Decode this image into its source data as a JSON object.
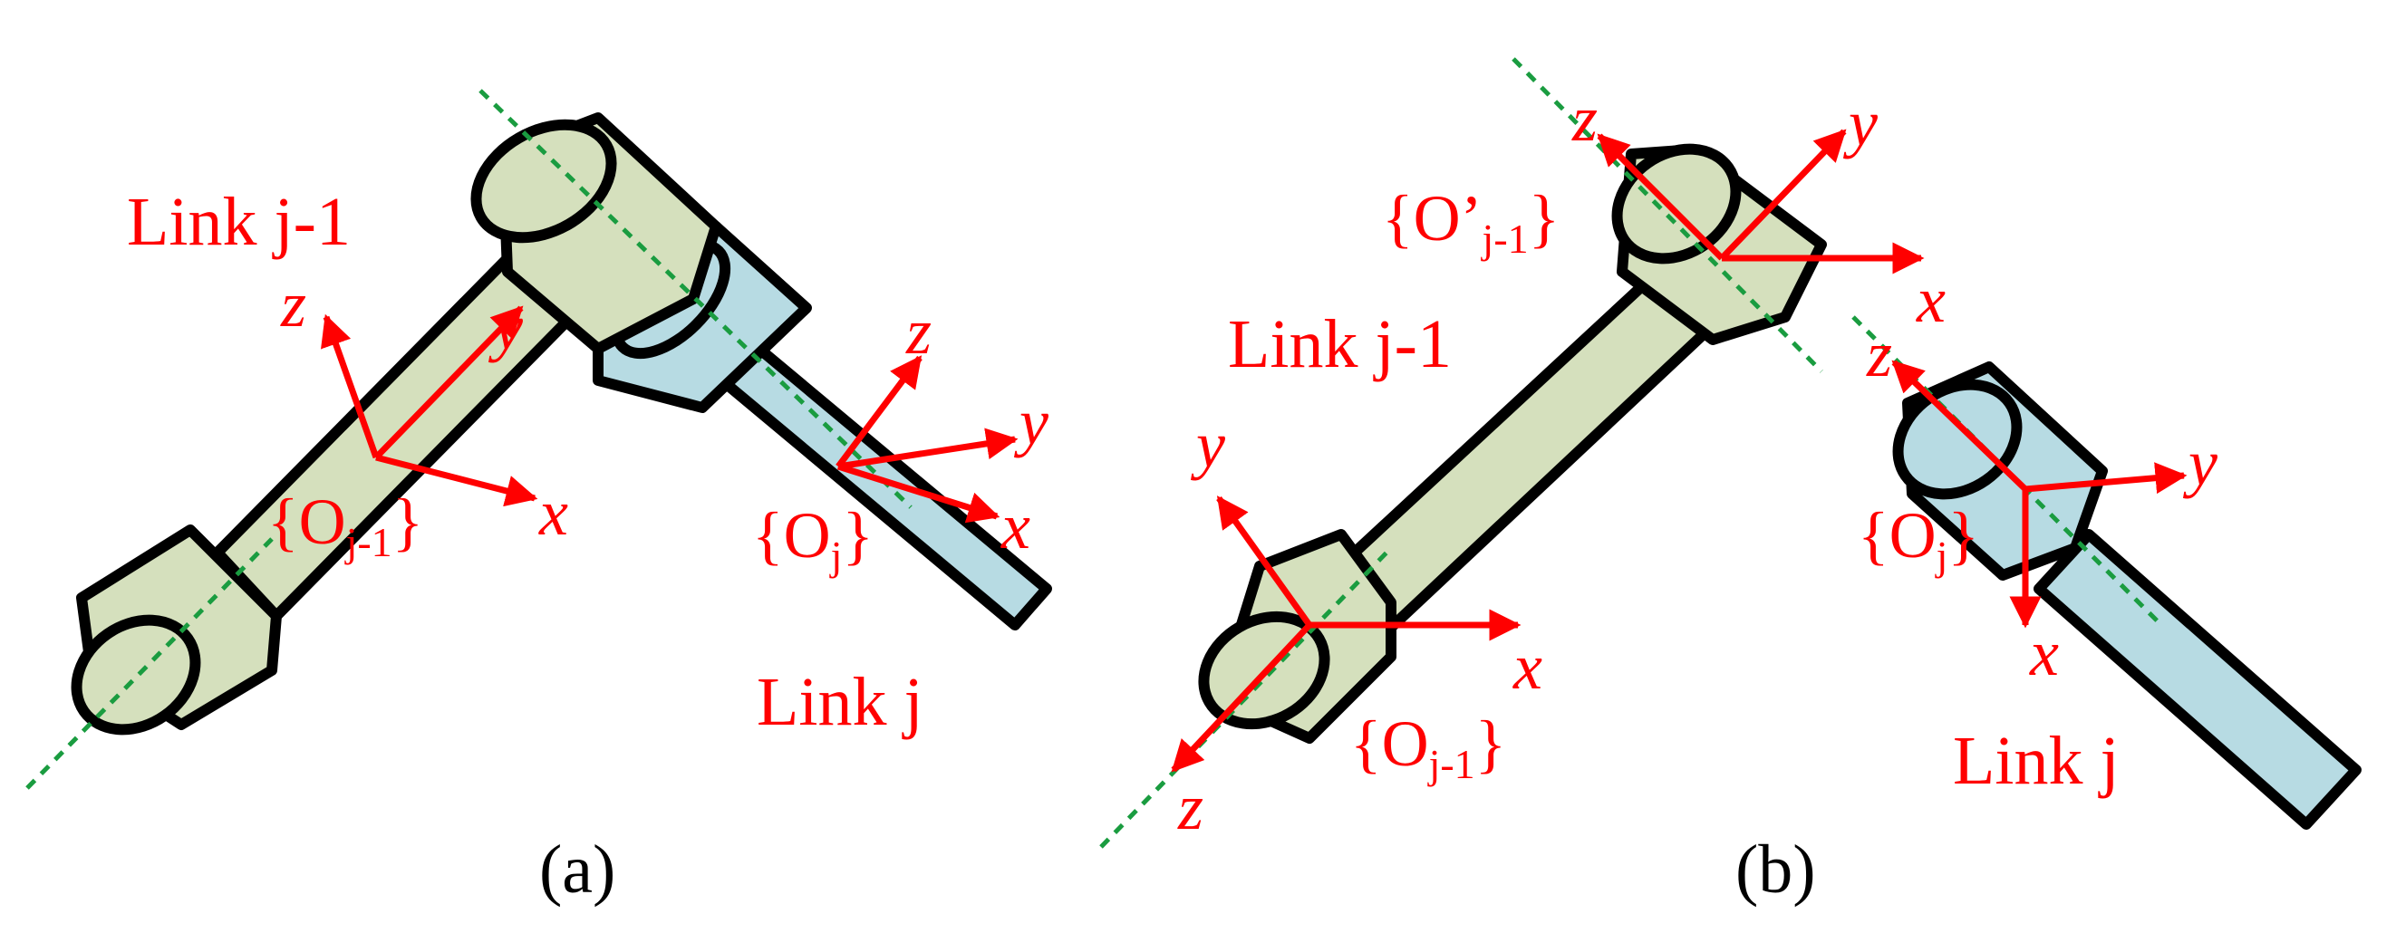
{
  "panel_a": {
    "link_prev_label": "Link j-1",
    "link_label": "Link j",
    "frame_prev": {
      "brace_open": "{",
      "base": "O",
      "sub": "j-1",
      "brace_close": "}"
    },
    "frame_j": {
      "brace_open": "{",
      "base": "O",
      "sub": "j",
      "brace_close": "}"
    },
    "axes_prev": {
      "x": "x",
      "y": "y",
      "z": "z"
    },
    "axes_j": {
      "x": "x",
      "y": "y",
      "z": "z"
    },
    "caption": "(a)"
  },
  "panel_b": {
    "link_prev_label": "Link j-1",
    "link_label": "Link j",
    "frame_prime": {
      "brace_open": "{",
      "base": "O’",
      "sub": "j-1",
      "brace_close": "}"
    },
    "frame_prev": {
      "brace_open": "{",
      "base": "O",
      "sub": "j-1",
      "brace_close": "}"
    },
    "frame_j": {
      "brace_open": "{",
      "base": "O",
      "sub": "j",
      "brace_close": "}"
    },
    "axes_prime": {
      "x": "x",
      "y": "y",
      "z": "z"
    },
    "axes_prev": {
      "x": "x",
      "y": "y",
      "z": "z"
    },
    "axes_j": {
      "x": "x",
      "y": "y",
      "z": "z"
    },
    "caption": "(b)"
  },
  "colors": {
    "link_prev_fill": "#d5e0bd",
    "link_j_fill": "#b7dbe3",
    "axis_color": "#ff0000",
    "joint_axis_color": "#1a9c40",
    "outline": "#000000"
  }
}
